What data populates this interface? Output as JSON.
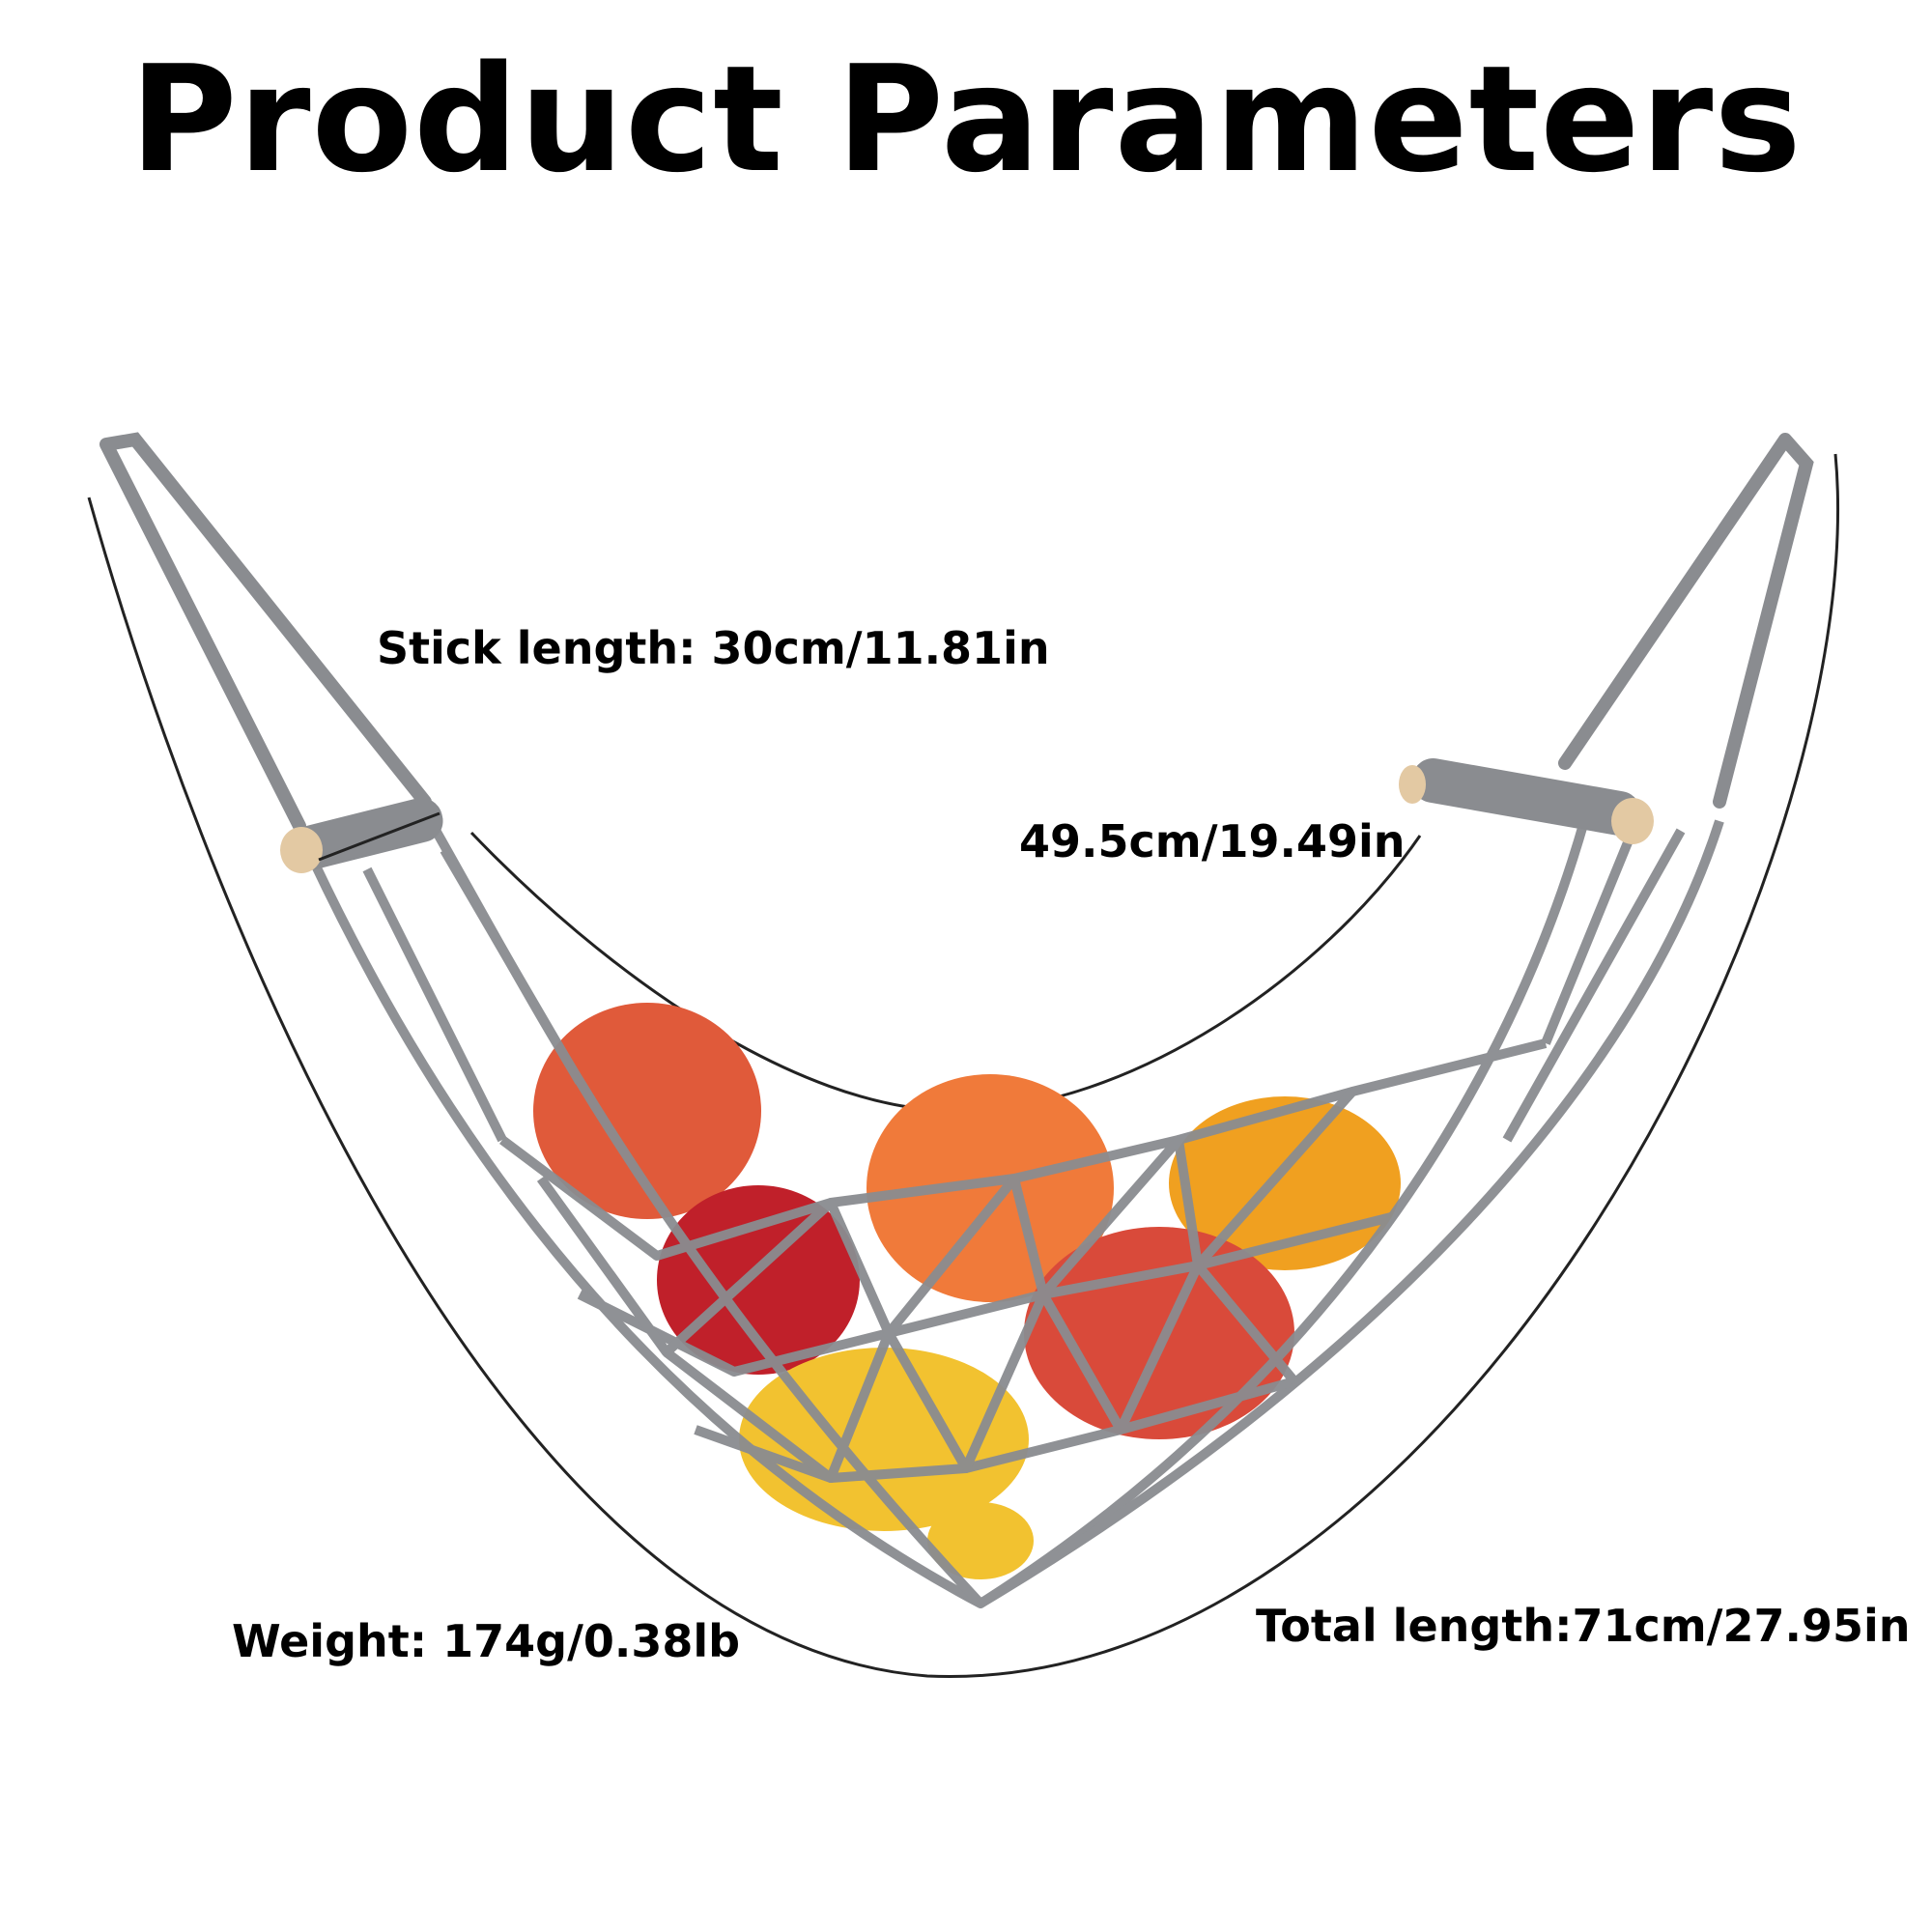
{
  "header": {
    "title": "Product Parameters"
  },
  "parameters": {
    "stick_length": "Stick length: 30cm/11.81in",
    "inner_length": "49.5cm/19.49in",
    "weight": "Weight: 174g/0.38lb",
    "total_length": "Total length:71cm/27.95in"
  },
  "product": {
    "name": "hanging fruit hammock",
    "net_color": "#8a8c90",
    "stick_color": "#e3c9a3",
    "fruit_colors": [
      "#e05a3a",
      "#c0202a",
      "#f0a020",
      "#f2c230",
      "#d94a3a"
    ]
  }
}
